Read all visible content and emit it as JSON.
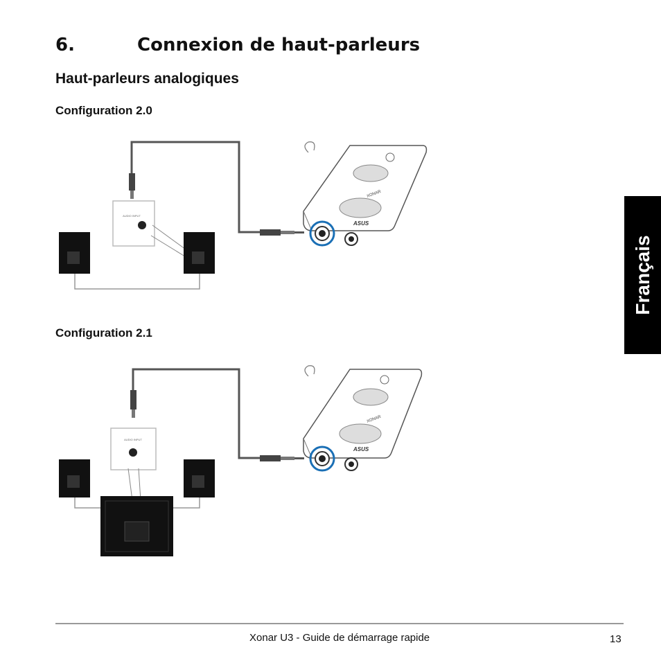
{
  "section": {
    "number": "6.",
    "title": "Connexion de haut-parleurs"
  },
  "subtitle": "Haut-parleurs analogiques",
  "configs": [
    {
      "label": "Configuration 2.0"
    },
    {
      "label": "Configuration 2.1"
    }
  ],
  "side_tab": "Français",
  "device": {
    "brand": "XONAR",
    "logo": "ASUS",
    "jack_label": "AUDIO INPUT"
  },
  "footer": {
    "text": "Xonar U3 - Guide de démarrage rapide",
    "page": "13"
  },
  "colors": {
    "highlight": "#1a6fb5",
    "tab_bg": "#000000"
  }
}
